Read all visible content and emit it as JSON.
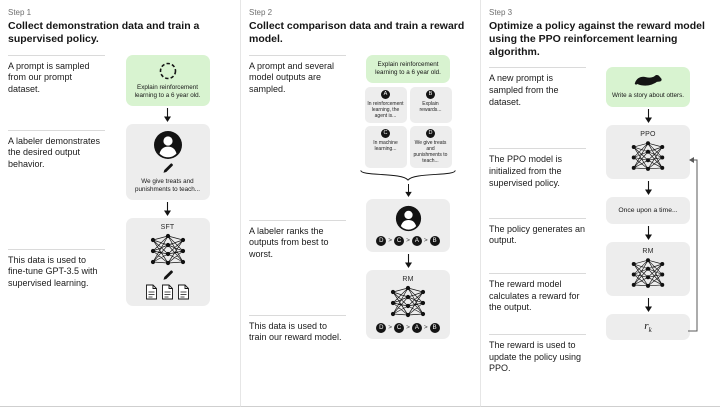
{
  "colors": {
    "prompt_box_green": "#d8f3d0",
    "node_gray": "#ededed"
  },
  "diagram": {
    "columns": [
      {
        "step_label": "Step 1",
        "title": "Collect demonstration data and train a supervised policy.",
        "texts": [
          "A prompt is sampled from our prompt dataset.",
          "A labeler demonstrates the desired output behavior.",
          "This data is used to fine-tune GPT-3.5 with supervised learning."
        ],
        "prompt_box": {
          "caption": "Explain reinforcement learning to a 6 year old."
        },
        "labeler_box": {
          "caption": "We give treats and punishments to teach..."
        },
        "model_box": {
          "label": "SFT"
        }
      },
      {
        "step_label": "Step 2",
        "title": "Collect comparison data and train a reward model.",
        "texts": [
          "A prompt and several model outputs are sampled.",
          "A labeler ranks the outputs from best to worst.",
          "This data is used to train our reward model."
        ],
        "prompt_box": {
          "caption": "Explain reinforcement learning to a 6 year old."
        },
        "outputs": [
          {
            "letter": "A",
            "text": "In reinforcement learning, the agent is..."
          },
          {
            "letter": "B",
            "text": "Explain rewards..."
          },
          {
            "letter": "C",
            "text": "In machine learning..."
          },
          {
            "letter": "D",
            "text": "We give treats and punishments to teach..."
          }
        ],
        "ranking": {
          "items": [
            "D",
            "C",
            "A",
            "B"
          ],
          "separator": ">"
        },
        "model_box": {
          "label": "RM"
        }
      },
      {
        "step_label": "Step 3",
        "title": "Optimize a policy against the reward model using the PPO reinforcement learning algorithm.",
        "texts": [
          "A new prompt is sampled from the dataset.",
          "The PPO model is initialized from the supervised policy.",
          "The policy generates an output.",
          "The reward model calculates a reward for the output.",
          "The reward is used to update the policy using PPO."
        ],
        "prompt_box": {
          "caption": "Write a story about otters."
        },
        "ppo_box": {
          "label": "PPO"
        },
        "output_box": {
          "text": "Once upon a time..."
        },
        "rm_box": {
          "label": "RM"
        },
        "reward_box": {
          "base": "r",
          "subscript": "k"
        }
      }
    ]
  }
}
